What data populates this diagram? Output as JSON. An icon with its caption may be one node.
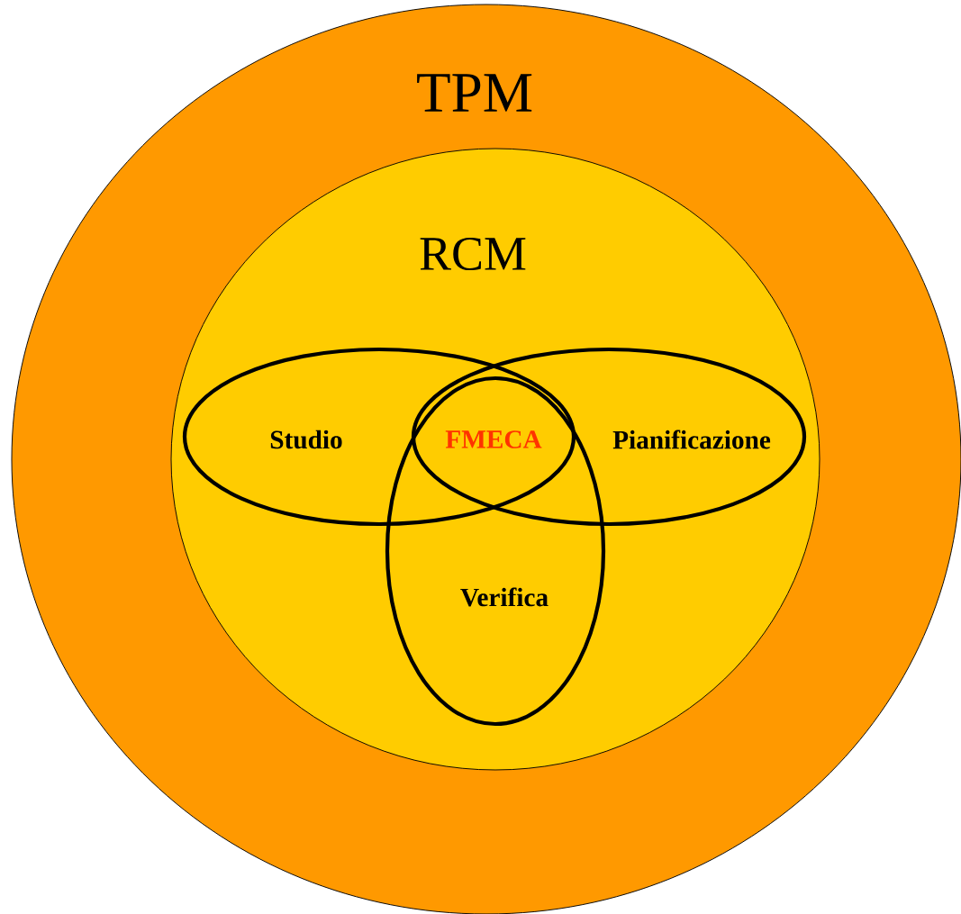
{
  "diagram": {
    "nodes": [
      {
        "text": [
          "TPM"
        ]
      },
      {
        "text": [
          "RCM"
        ],
        "in": 0
      },
      {
        "text": [
          "Studio"
        ],
        "in": 1
      },
      {
        "text": [
          "Pianificazione"
        ],
        "in": 1
      },
      {
        "text": [
          "Verifica"
        ],
        "in": 1
      }
    ],
    "labels": [
      "FMECA"
    ]
  }
}
